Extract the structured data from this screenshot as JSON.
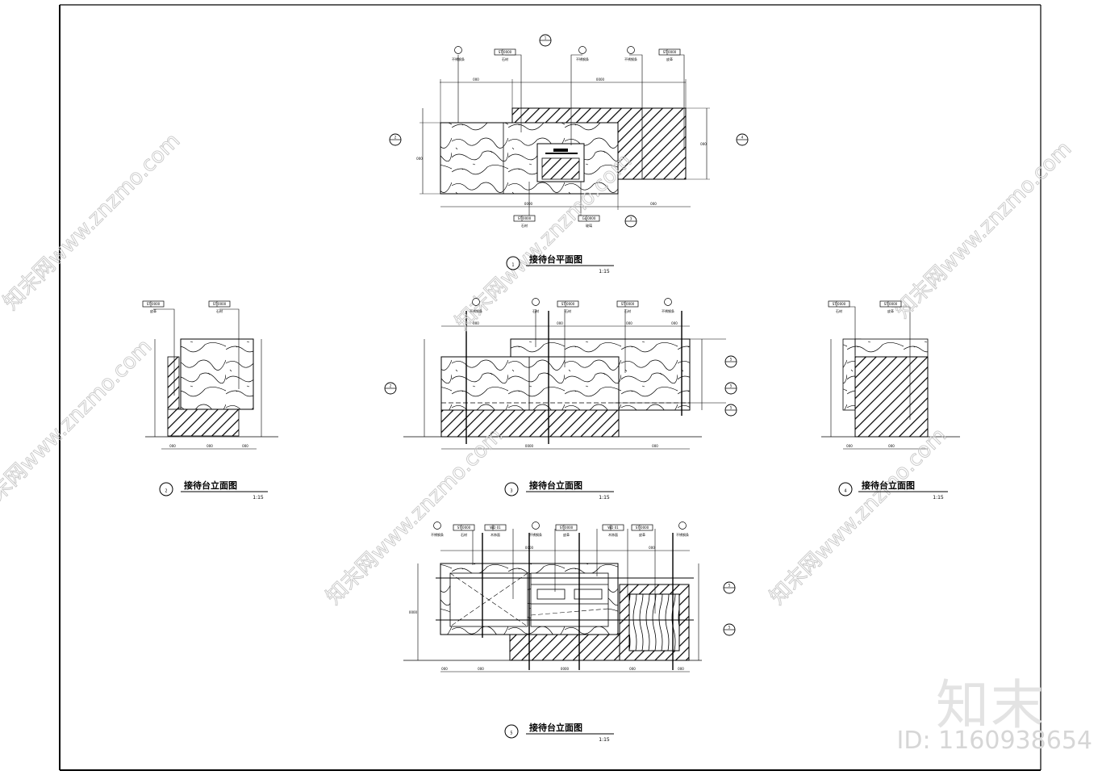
{
  "drawing": {
    "views": [
      {
        "number": "1",
        "title": "接待台平面图",
        "scale": "1:15"
      },
      {
        "number": "2",
        "title": "接待台立面图",
        "scale": "1:15"
      },
      {
        "number": "3",
        "title": "接待台立面图",
        "scale": "1:15"
      },
      {
        "number": "4",
        "title": "接待台立面图",
        "scale": "1:15"
      },
      {
        "number": "5",
        "title": "接待台立面图",
        "scale": "1:15"
      }
    ],
    "tags": {
      "v1_top": [
        {
          "code": "",
          "mat": "不锈钢条"
        },
        {
          "code": "ST 0000",
          "mat": "石材"
        },
        {
          "code": "",
          "mat": "不锈钢条"
        },
        {
          "code": "",
          "mat": "不锈钢条"
        },
        {
          "code": "ST 0000",
          "mat": "皮革"
        }
      ],
      "v1_bottom": [
        {
          "code": "ST 0000",
          "mat": "石材"
        },
        {
          "code": "GL 0000",
          "mat": "玻璃"
        }
      ],
      "v2": [
        {
          "code": "ST 0000",
          "mat": "皮革"
        },
        {
          "code": "ST 0000",
          "mat": "石材"
        }
      ],
      "v3": [
        {
          "code": "",
          "mat": "不锈钢条"
        },
        {
          "code": "",
          "mat": "石材"
        },
        {
          "code": "ST 0000",
          "mat": "石材"
        },
        {
          "code": "ST 0000",
          "mat": "石材"
        },
        {
          "code": "",
          "mat": "不锈钢条"
        }
      ],
      "v4": [
        {
          "code": "ST 0000",
          "mat": "石材"
        },
        {
          "code": "ST 0000",
          "mat": "皮革"
        }
      ],
      "v5": [
        {
          "code": "",
          "mat": "不锈钢条"
        },
        {
          "code": "ST 0000",
          "mat": "石材"
        },
        {
          "code": "WD 01",
          "mat": "木饰面"
        },
        {
          "code": "",
          "mat": "不锈钢条"
        },
        {
          "code": "ST 0000",
          "mat": "皮革"
        },
        {
          "code": "WD 01",
          "mat": "木饰面"
        },
        {
          "code": "ST 0000",
          "mat": "皮革"
        },
        {
          "code": "",
          "mat": "不锈钢条"
        }
      ]
    },
    "dims": {
      "v1_top": [
        "000",
        "0000"
      ],
      "v1_bottom": [
        "0000",
        "000"
      ],
      "v1_right": [
        "000"
      ],
      "v1_left": [
        "000"
      ],
      "v3_top": [
        "000",
        "000",
        "000",
        "000"
      ],
      "v3_bottom": [
        "0000",
        "000"
      ],
      "v2_bottom": [
        "000",
        "000",
        "000"
      ],
      "v4_bottom": [
        "000",
        "000"
      ],
      "v5_top": [
        "0000",
        "000"
      ],
      "v5_bottom": [
        "000",
        "000",
        "0000",
        "000",
        "000"
      ],
      "v5_left": [
        "0000"
      ]
    },
    "sections": [
      "1",
      "2",
      "3",
      "4",
      "5"
    ]
  },
  "watermark": {
    "brand": "知末",
    "id": "ID: 1160938654",
    "stamps": [
      "知末网www.znzmo.com"
    ]
  }
}
